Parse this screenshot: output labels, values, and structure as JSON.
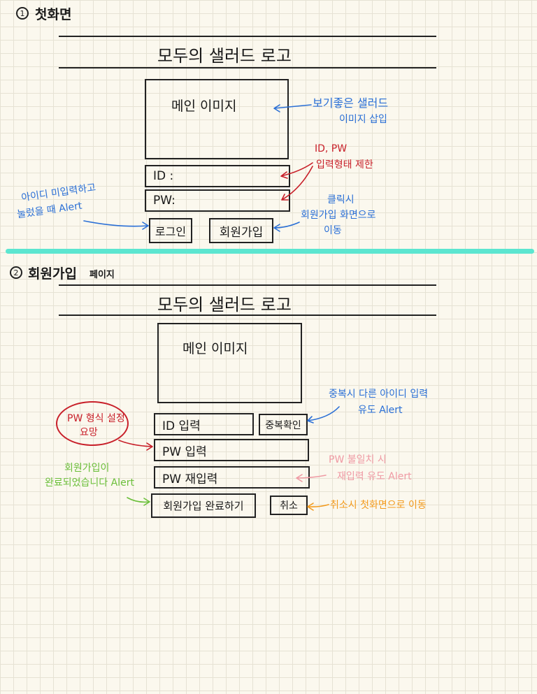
{
  "section1": {
    "number": "1",
    "title": "첫화면",
    "logo": "모두의 샐러드 로고",
    "main_image": "메인 이미지",
    "id_label": "ID :",
    "pw_label": "PW:",
    "login_button": "로그인",
    "signup_button": "회원가입",
    "notes": {
      "image_note_1": "보기좋은 샐러드",
      "image_note_2": "이미지 삽입",
      "input_note_1": "ID, PW",
      "input_note_2": "입력형태 제한",
      "login_note_1": "아이디 미입력하고",
      "login_note_2": "눌렀을 때 Alert",
      "signup_note_1": "클릭시",
      "signup_note_2": "회원가입 화면으로",
      "signup_note_3": "이동"
    }
  },
  "section2": {
    "number": "2",
    "title_main": "회원가입",
    "title_sub": "페이지",
    "logo": "모두의 샐러드 로고",
    "main_image": "메인 이미지",
    "id_input": "ID 입력",
    "dup_check_button": "중복확인",
    "pw_input": "PW 입력",
    "pw_confirm_input": "PW 재입력",
    "complete_button": "회원가입 완료하기",
    "cancel_button": "취소",
    "notes": {
      "dup_note_1": "중복시 다른 아이디 입력",
      "dup_note_2": "유도 Alert",
      "pw_format_1": "PW 형식 설정",
      "pw_format_2": "요망",
      "complete_note_1": "회원가입이",
      "complete_note_2": "완료되었습니다 Alert",
      "mismatch_note_1": "PW 불일치 시",
      "mismatch_note_2": "재입력 유도 Alert",
      "cancel_note": "취소시 첫화면으로 이동"
    }
  },
  "colors": {
    "blue": "#2a6fd6",
    "red": "#c8202a",
    "green": "#6bbf3a",
    "pink": "#ef9aa4",
    "orange": "#f39a1c",
    "divider": "#5ce6d0"
  }
}
